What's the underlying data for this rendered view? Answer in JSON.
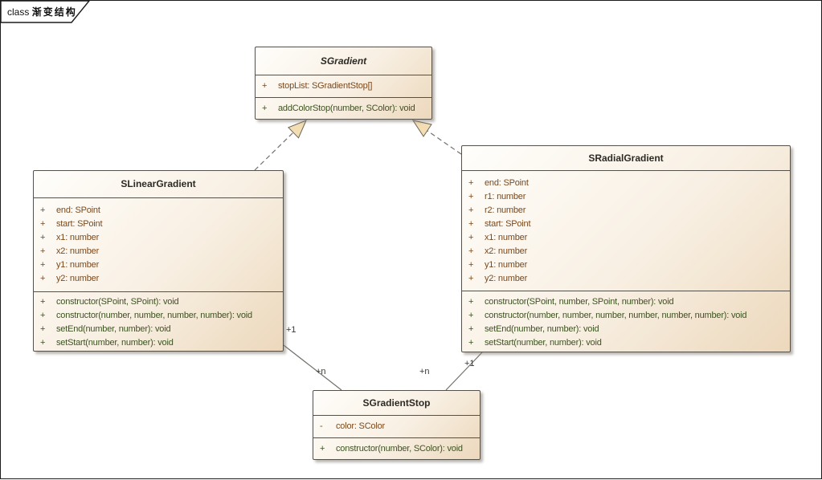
{
  "frame": {
    "keyword": "class",
    "title": "渐变结构"
  },
  "colors": {
    "attribute_text": "#7a491d",
    "operation_text": "#3c5220",
    "box_fill_light": "#fffefb",
    "box_fill_dark": "#ecd8bc",
    "box_border": "#54504a",
    "connector": "#74706a",
    "arrowhead_fill": "#f3ddb3"
  },
  "classes": [
    {
      "name": "SGradient",
      "abstract": true,
      "attributes": [
        {
          "vis": "+",
          "text": "stopList: SGradientStop[]"
        }
      ],
      "operations": [
        {
          "vis": "+",
          "text": "addColorStop(number, SColor): void"
        }
      ]
    },
    {
      "name": "SLinearGradient",
      "abstract": false,
      "attributes": [
        {
          "vis": "+",
          "text": "end: SPoint"
        },
        {
          "vis": "+",
          "text": "start: SPoint"
        },
        {
          "vis": "+",
          "text": "x1: number"
        },
        {
          "vis": "+",
          "text": "x2: number"
        },
        {
          "vis": "+",
          "text": "y1: number"
        },
        {
          "vis": "+",
          "text": "y2: number"
        }
      ],
      "operations": [
        {
          "vis": "+",
          "text": "constructor(SPoint, SPoint): void"
        },
        {
          "vis": "+",
          "text": "constructor(number, number, number, number): void"
        },
        {
          "vis": "+",
          "text": "setEnd(number, number): void"
        },
        {
          "vis": "+",
          "text": "setStart(number, number): void"
        }
      ]
    },
    {
      "name": "SRadialGradient",
      "abstract": false,
      "attributes": [
        {
          "vis": "+",
          "text": "end: SPoint"
        },
        {
          "vis": "+",
          "text": "r1: number"
        },
        {
          "vis": "+",
          "text": "r2: number"
        },
        {
          "vis": "+",
          "text": "start: SPoint"
        },
        {
          "vis": "+",
          "text": "x1: number"
        },
        {
          "vis": "+",
          "text": "x2: number"
        },
        {
          "vis": "+",
          "text": "y1: number"
        },
        {
          "vis": "+",
          "text": "y2: number"
        }
      ],
      "operations": [
        {
          "vis": "+",
          "text": "constructor(SPoint, number, SPoint, number): void"
        },
        {
          "vis": "+",
          "text": "constructor(number, number, number, number, number, number): void"
        },
        {
          "vis": "+",
          "text": "setEnd(number, number): void"
        },
        {
          "vis": "+",
          "text": "setStart(number, number): void"
        }
      ]
    },
    {
      "name": "SGradientStop",
      "abstract": false,
      "attributes": [
        {
          "vis": "-",
          "text": "color: SColor"
        }
      ],
      "operations": [
        {
          "vis": "+",
          "text": "constructor(number, SColor): void"
        }
      ]
    }
  ],
  "relationships": {
    "linear_realizes_gradient": {
      "type": "realization",
      "style": "dashed-hollow-triangle"
    },
    "radial_realizes_gradient": {
      "type": "realization",
      "style": "dashed-hollow-triangle"
    },
    "linear_to_stop": {
      "type": "association",
      "source_multiplicity": "+1",
      "target_multiplicity": "+n"
    },
    "radial_to_stop": {
      "type": "association",
      "source_multiplicity": "+1",
      "target_multiplicity": "+n"
    }
  }
}
